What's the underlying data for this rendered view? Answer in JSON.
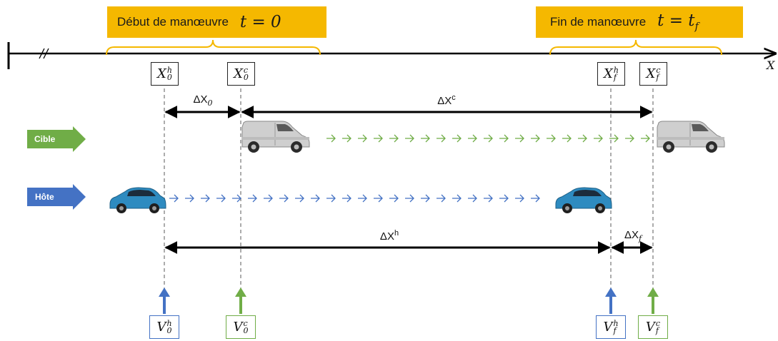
{
  "banners": {
    "start": {
      "text": "Début de manœuvre",
      "equation": "t = 0"
    },
    "end": {
      "text": "Fin de manœuvre",
      "equation": "t = t",
      "equation_sub": "f"
    }
  },
  "axis": {
    "label": "X",
    "break_mark": "//"
  },
  "position_labels": {
    "x0h": {
      "base": "X",
      "sub": "0",
      "sup": "h"
    },
    "x0c": {
      "base": "X",
      "sub": "0",
      "sup": "c"
    },
    "xfh": {
      "base": "X",
      "sub": "f",
      "sup": "h"
    },
    "xfc": {
      "base": "X",
      "sub": "f",
      "sup": "c"
    }
  },
  "distance_labels": {
    "dx0": {
      "prefix": "ΔX",
      "sub": "0"
    },
    "dxc": {
      "prefix": "ΔX",
      "sup": "c"
    },
    "dxh": {
      "prefix": "ΔX",
      "sup": "h"
    },
    "dxf": {
      "prefix": "ΔX",
      "sub": "f"
    }
  },
  "lanes": {
    "target": {
      "label": "Cible",
      "color": "#70AD47"
    },
    "host": {
      "label": "Hôte",
      "color": "#4472C4"
    }
  },
  "speed_labels": {
    "v0h": {
      "base": "V",
      "sub": "0",
      "sup": "h"
    },
    "v0c": {
      "base": "V",
      "sub": "0",
      "sup": "c"
    },
    "vfh": {
      "base": "V",
      "sub": "f",
      "sup": "h"
    },
    "vfc": {
      "base": "V",
      "sub": "f",
      "sup": "c"
    }
  },
  "colors": {
    "banner": "#F5B800",
    "host": "#4472C4",
    "target": "#70AD47",
    "van": "#C8C8C8",
    "car": "#2E8BC0"
  }
}
